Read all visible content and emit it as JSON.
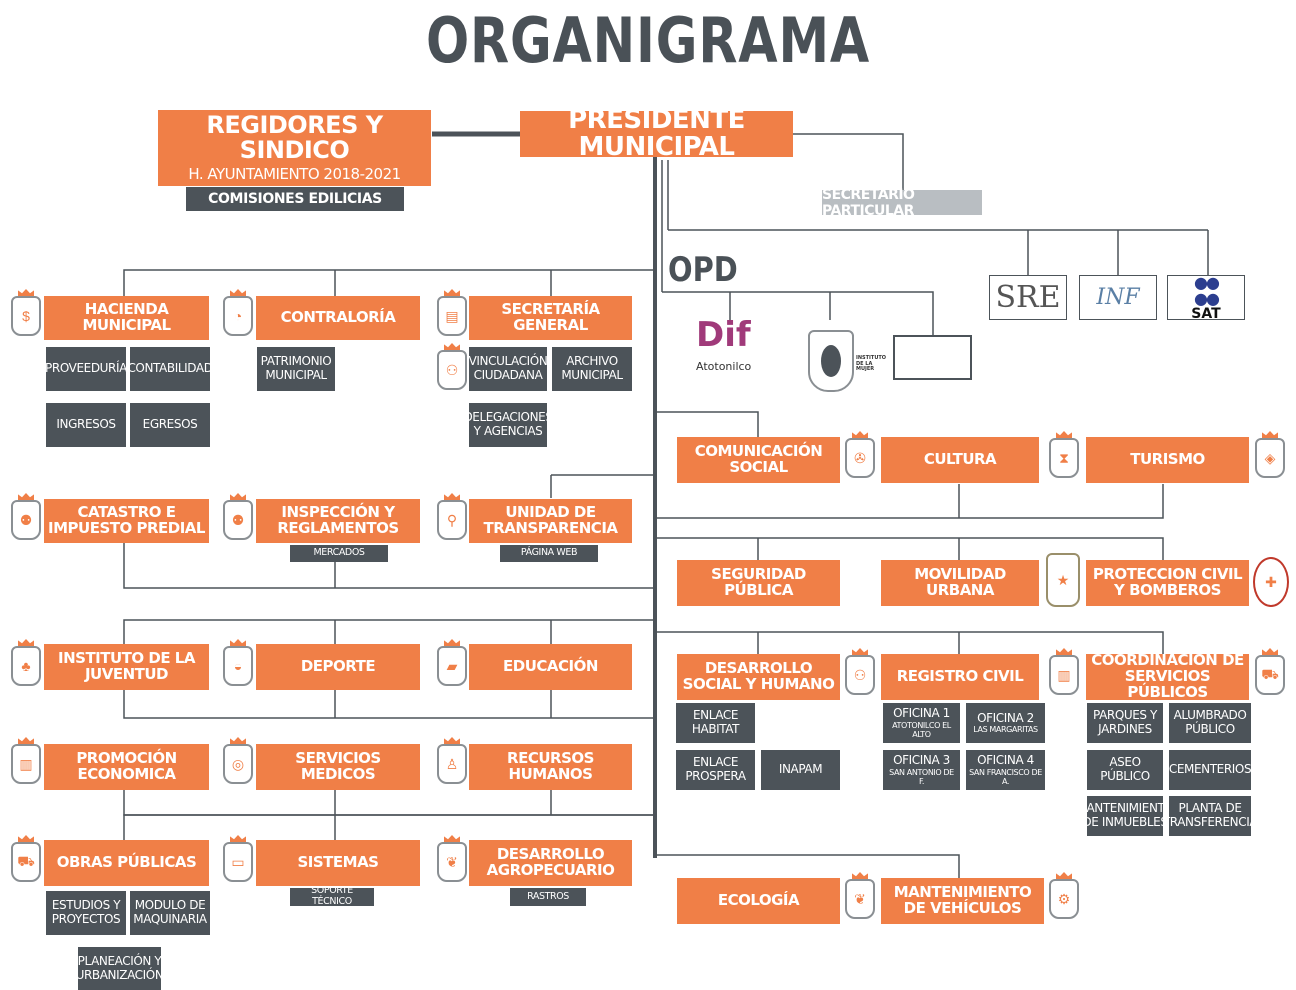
{
  "title": "ORGANIGRAMA",
  "presidente": "PRESIDENTE MUNICIPAL",
  "regidores": {
    "name": "REGIDORES Y SINDICO",
    "sub": "H. AYUNTAMIENTO 2018-2021",
    "comisiones": "COMISIONES EDILICIAS"
  },
  "secretario_particular": "SECRETARIO PARTICULAR",
  "opd": {
    "label": "OPD",
    "dif_main": "Dif",
    "dif_sub": "Atotonilco",
    "instituto": "INSTITUTO DE LA MUJER"
  },
  "external": {
    "sre": "SRE",
    "inf": "INF",
    "sat": "SAT"
  },
  "left": {
    "hacienda": "HACIENDA MUNICIPAL",
    "proveeduria": "PROVEEDURÍA",
    "contabilidad": "CONTABILIDAD",
    "ingresos": "INGRESOS",
    "egresos": "EGRESOS",
    "contraloria": "CONTRALORÍA",
    "patrimonio": "PATRIMONIO MUNICIPAL",
    "secretaria_general": "SECRETARÍA GENERAL",
    "vinculacion": "VINCULACIÓN CIUDADANA",
    "archivo": "ARCHIVO MUNICIPAL",
    "delegaciones": "DELEGACIONES Y AGENCIAS",
    "catastro": "CATASTRO E IMPUESTO PREDIAL",
    "inspeccion": "INSPECCIÓN Y REGLAMENTOS",
    "mercados": "MERCADOS",
    "transparencia": "UNIDAD DE TRANSPARENCIA",
    "pagina_web": "PÁGINA WEB",
    "juventud": "INSTITUTO DE LA JUVENTUD",
    "deporte": "DEPORTE",
    "educacion": "EDUCACIÓN",
    "promocion": "PROMOCIÓN ECONOMICA",
    "servicios_medicos": "SERVICIOS MEDICOS",
    "recursos_humanos": "RECURSOS HUMANOS",
    "obras": "OBRAS PÚBLICAS",
    "estudios": "ESTUDIOS Y PROYECTOS",
    "modulo": "MODULO DE MAQUINARIA",
    "planeacion": "PLANEACIÓN Y URBANIZACIÓN",
    "sistemas": "SISTEMAS",
    "soporte": "SOPORTE TÉCNICO",
    "desarrollo_agro": "DESARROLLO AGROPECUARIO",
    "rastros": "RASTROS"
  },
  "right": {
    "comunicacion": "COMUNICACIÓN SOCIAL",
    "cultura": "CULTURA",
    "turismo": "TURISMO",
    "seguridad": "SEGURIDAD PÚBLICA",
    "movilidad": "MOVILIDAD URBANA",
    "proteccion": "PROTECCION CIVIL Y BOMBEROS",
    "desarrollo_social": "DESARROLLO SOCIAL Y HUMANO",
    "enlace_habitat": "ENLACE HABITAT",
    "enlace_prospera": "ENLACE PROSPERA",
    "inapam": "INAPAM",
    "registro": "REGISTRO CIVIL",
    "oficina1": "OFICINA 1",
    "oficina1_loc": "ATOTONILCO EL ALTO",
    "oficina2": "OFICINA 2",
    "oficina2_loc": "LAS MARGARITAS",
    "oficina3": "OFICINA 3",
    "oficina3_loc": "SAN ANTONIO DE F.",
    "oficina4": "OFICINA 4",
    "oficina4_loc": "SAN FRANCISCO DE A.",
    "servicios_publicos": "COORDINACIÓN DE SERVICIOS PÚBLICOS",
    "parques": "PARQUES Y JARDINES",
    "alumbrado": "ALUMBRADO PÚBLICO",
    "aseo": "ASEO PÚBLICO",
    "cementerios": "CEMENTERIOS",
    "mantenimiento_inmuebles": "MANTENIMIENTO DE INMUEBLES",
    "planta": "PLANTA DE TRANSFERENCIA",
    "ecologia": "ECOLOGÍA",
    "mantenimiento_vehiculos": "MANTENIMIENTO DE VEHÍCULOS"
  }
}
